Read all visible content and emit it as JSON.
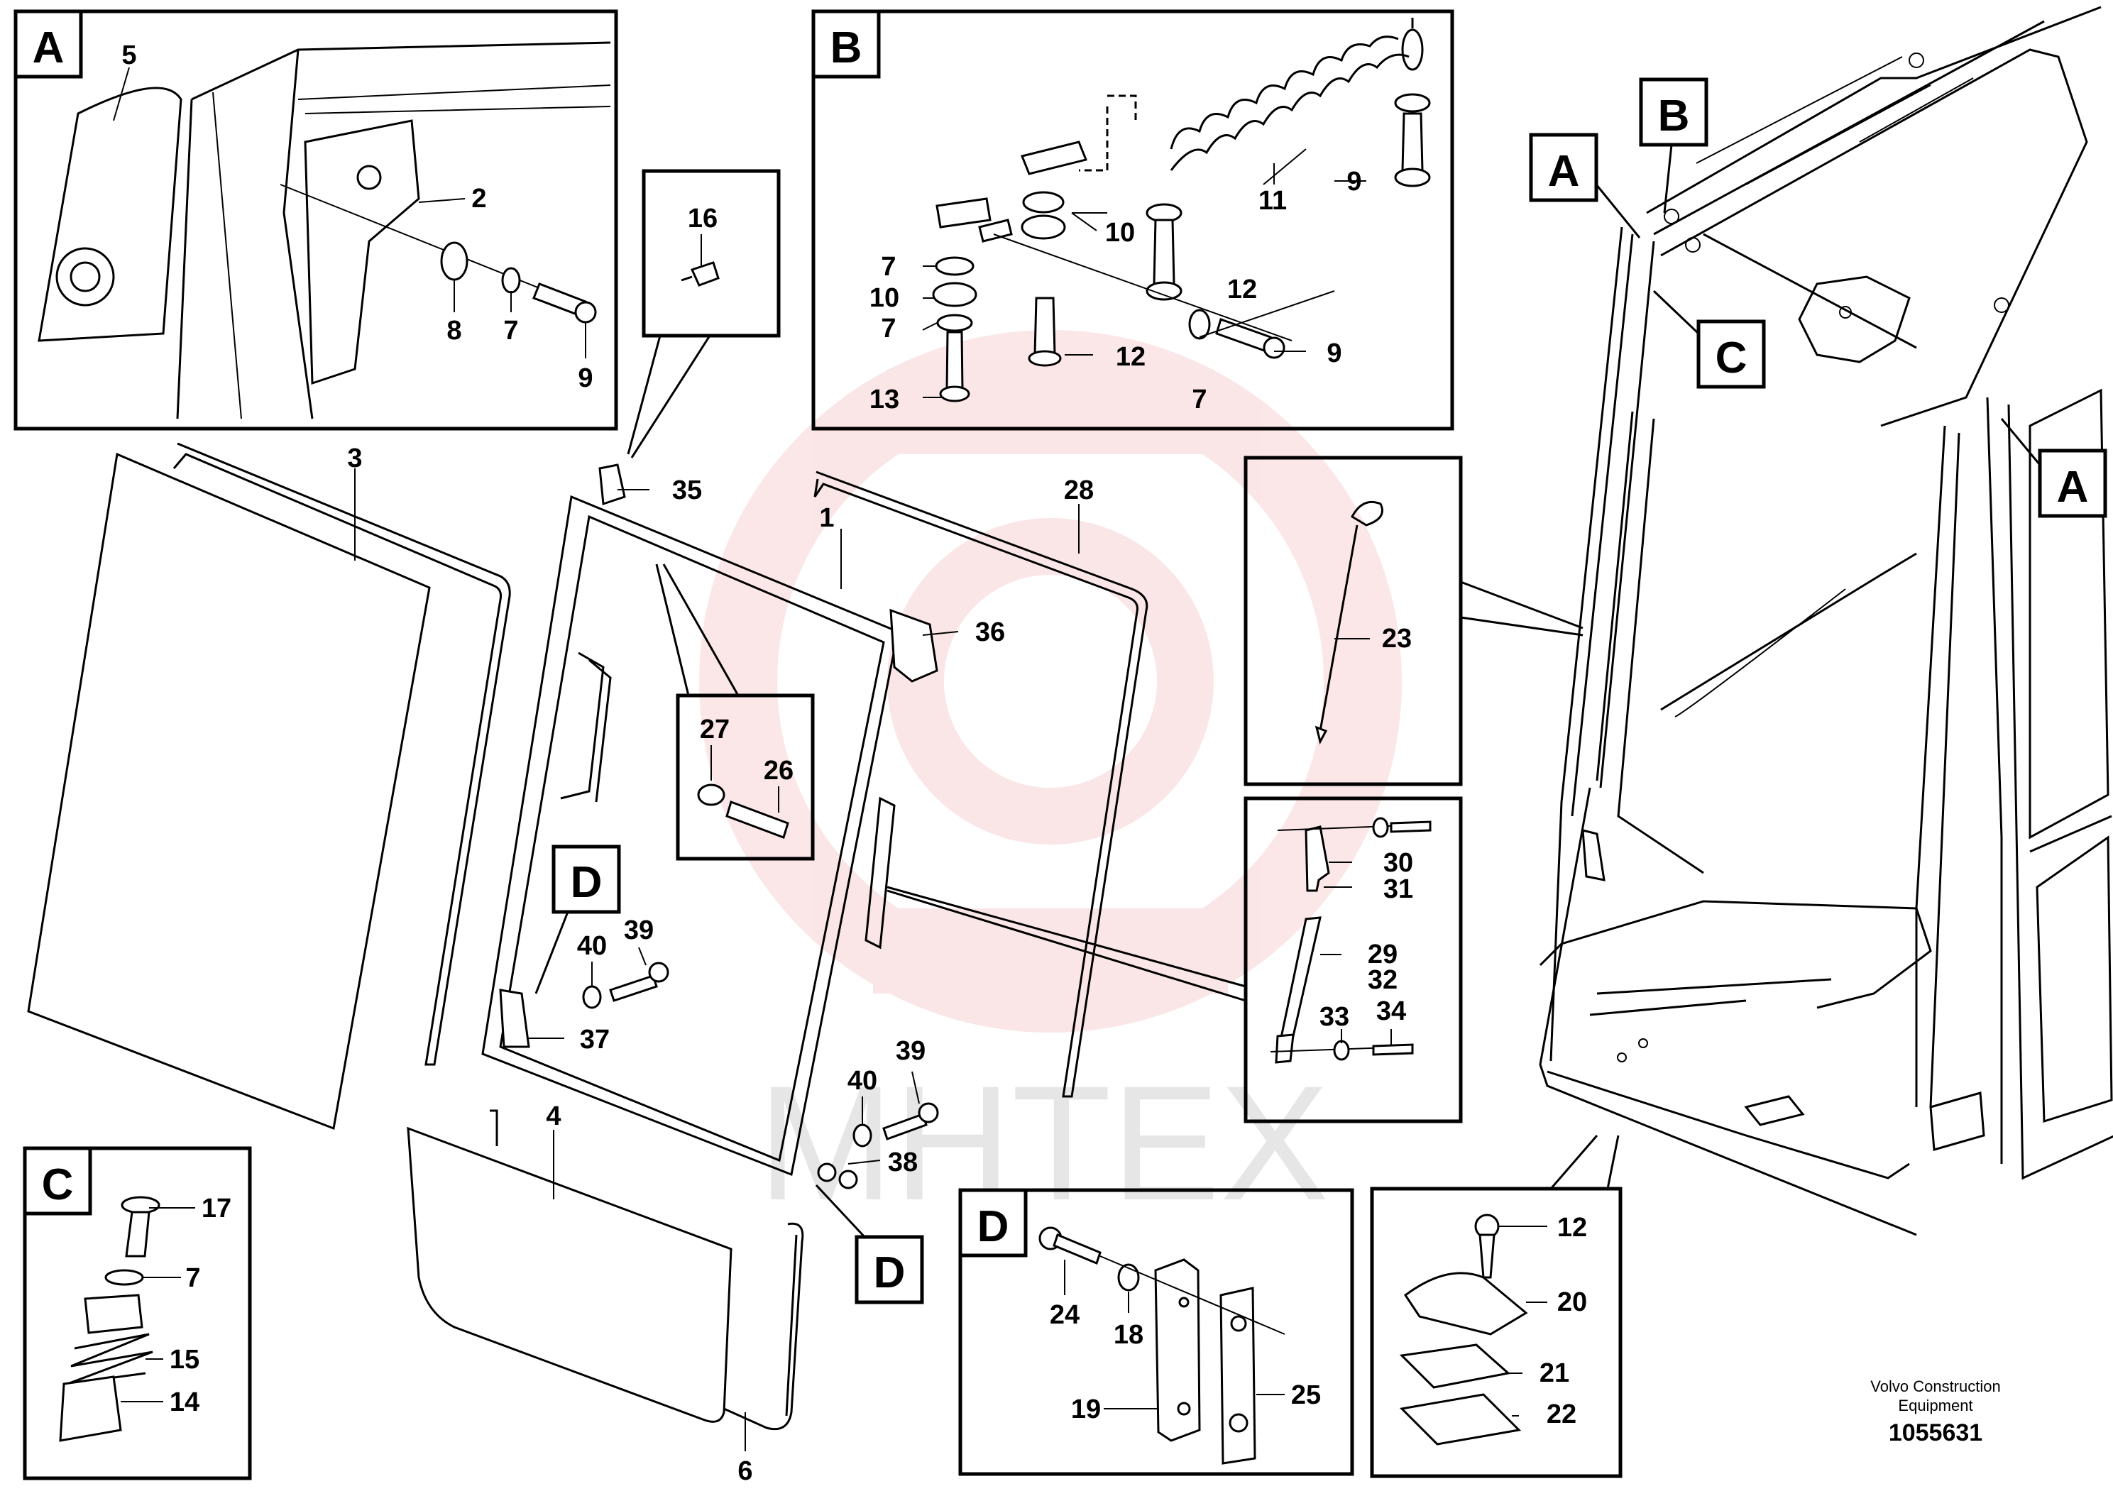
{
  "detail_letters": {
    "a": "A",
    "b": "B",
    "c": "C",
    "d": "D"
  },
  "callouts": {
    "n1": "1",
    "n2": "2",
    "n3": "3",
    "n4": "4",
    "n5": "5",
    "n6": "6",
    "n7": "7",
    "n8": "8",
    "n9": "9",
    "n10": "10",
    "n11": "11",
    "n12": "12",
    "n13": "13",
    "n14": "14",
    "n15": "15",
    "n16": "16",
    "n17": "17",
    "n18": "18",
    "n19": "19",
    "n20": "20",
    "n21": "21",
    "n22": "22",
    "n23": "23",
    "n24": "24",
    "n25": "25",
    "n26": "26",
    "n27": "27",
    "n28": "28",
    "n29": "29",
    "n30": "30",
    "n31": "31",
    "n32": "32",
    "n33": "33",
    "n34": "34",
    "n35": "35",
    "n36": "36",
    "n37": "37",
    "n38": "38",
    "n39": "39",
    "n40": "40"
  },
  "watermark": "MHTEX",
  "footer": {
    "brand_line1": "Volvo Construction",
    "brand_line2": "Equipment",
    "drawing_number": "1055631"
  },
  "colors": {
    "watermark": "#e8474c",
    "ink": "#000000"
  }
}
